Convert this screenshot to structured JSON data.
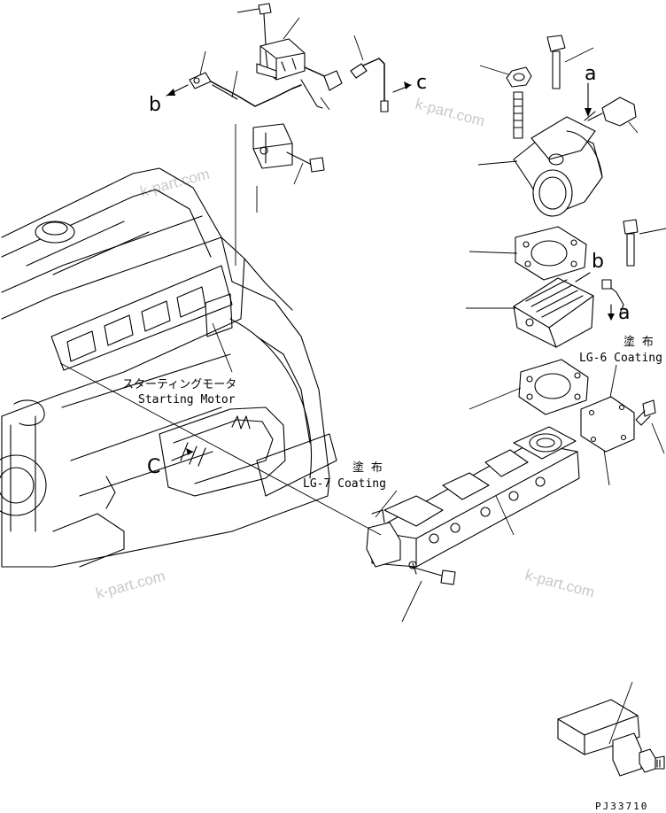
{
  "labels": {
    "starting_motor_jp": "スターティングモータ",
    "starting_motor_en": "Starting Motor",
    "coating_jp_1": "塗 布",
    "coating_lg7": "LG-7 Coating",
    "coating_jp_2": "塗 布",
    "coating_lg6": "LG-6 Coating",
    "ref_a_top": "a",
    "ref_a_bottom": "a",
    "ref_b_left": "b",
    "ref_b_right": "b",
    "ref_c_top": "c",
    "ref_c_engine": "C"
  },
  "watermark": "k-part.com",
  "drawing_code": "PJ33710"
}
